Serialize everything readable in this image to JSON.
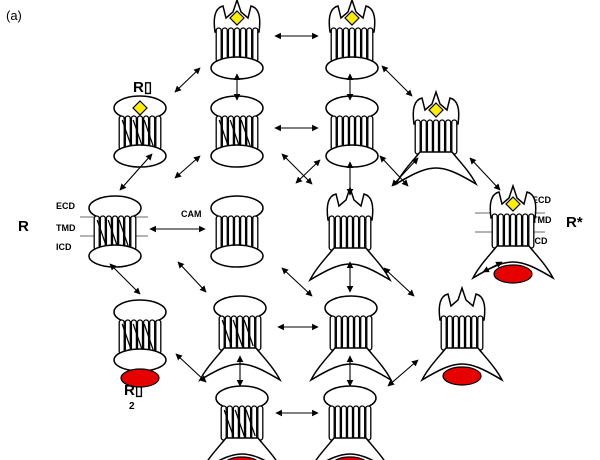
{
  "figure": {
    "panel_label": "(a)",
    "state_labels": {
      "left_state": "R",
      "right_state": "R*",
      "upper_left_state": "R▯",
      "lower_left_state": "R▯",
      "lower_left_subscript": "2"
    },
    "membrane_labels_left": {
      "top": "ECD",
      "middle": "TMD",
      "bottom": "ICD"
    },
    "membrane_labels_right": {
      "top": "ECD",
      "middle": "TMD",
      "bottom": "ICD"
    },
    "center_label": "CAM"
  },
  "colors": {
    "ligand": "#ffee00",
    "g_protein": "#e60000",
    "outline": "#000000",
    "membrane_line": "#888888"
  }
}
